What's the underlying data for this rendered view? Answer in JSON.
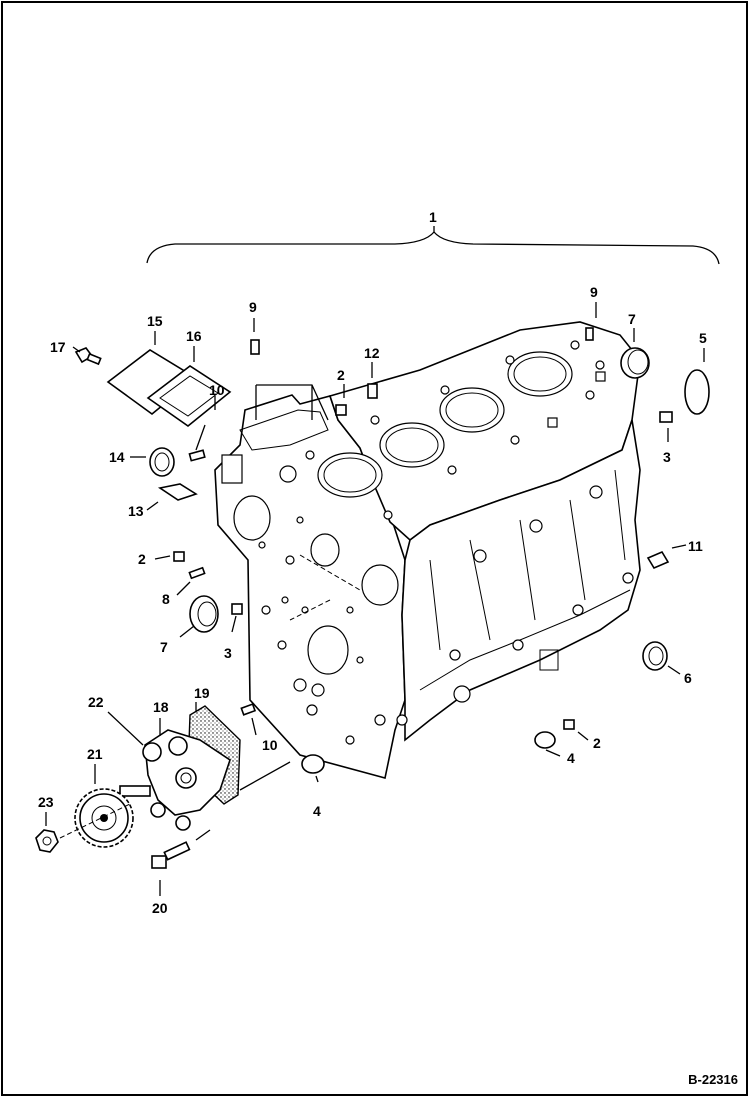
{
  "drawing_number": "B-22316",
  "callouts": [
    {
      "id": "c1",
      "label": "1"
    },
    {
      "id": "c2a",
      "label": "2"
    },
    {
      "id": "c2b",
      "label": "2"
    },
    {
      "id": "c2c",
      "label": "2"
    },
    {
      "id": "c3a",
      "label": "3"
    },
    {
      "id": "c3b",
      "label": "3"
    },
    {
      "id": "c4a",
      "label": "4"
    },
    {
      "id": "c4b",
      "label": "4"
    },
    {
      "id": "c5",
      "label": "5"
    },
    {
      "id": "c6",
      "label": "6"
    },
    {
      "id": "c7a",
      "label": "7"
    },
    {
      "id": "c7b",
      "label": "7"
    },
    {
      "id": "c8",
      "label": "8"
    },
    {
      "id": "c9a",
      "label": "9"
    },
    {
      "id": "c9b",
      "label": "9"
    },
    {
      "id": "c10a",
      "label": "10"
    },
    {
      "id": "c10b",
      "label": "10"
    },
    {
      "id": "c11",
      "label": "11"
    },
    {
      "id": "c12",
      "label": "12"
    },
    {
      "id": "c13",
      "label": "13"
    },
    {
      "id": "c14",
      "label": "14"
    },
    {
      "id": "c15",
      "label": "15"
    },
    {
      "id": "c16",
      "label": "16"
    },
    {
      "id": "c17",
      "label": "17"
    },
    {
      "id": "c18",
      "label": "18"
    },
    {
      "id": "c19",
      "label": "19"
    },
    {
      "id": "c20",
      "label": "20"
    },
    {
      "id": "c21",
      "label": "21"
    },
    {
      "id": "c22",
      "label": "22"
    },
    {
      "id": "c23",
      "label": "23"
    }
  ]
}
